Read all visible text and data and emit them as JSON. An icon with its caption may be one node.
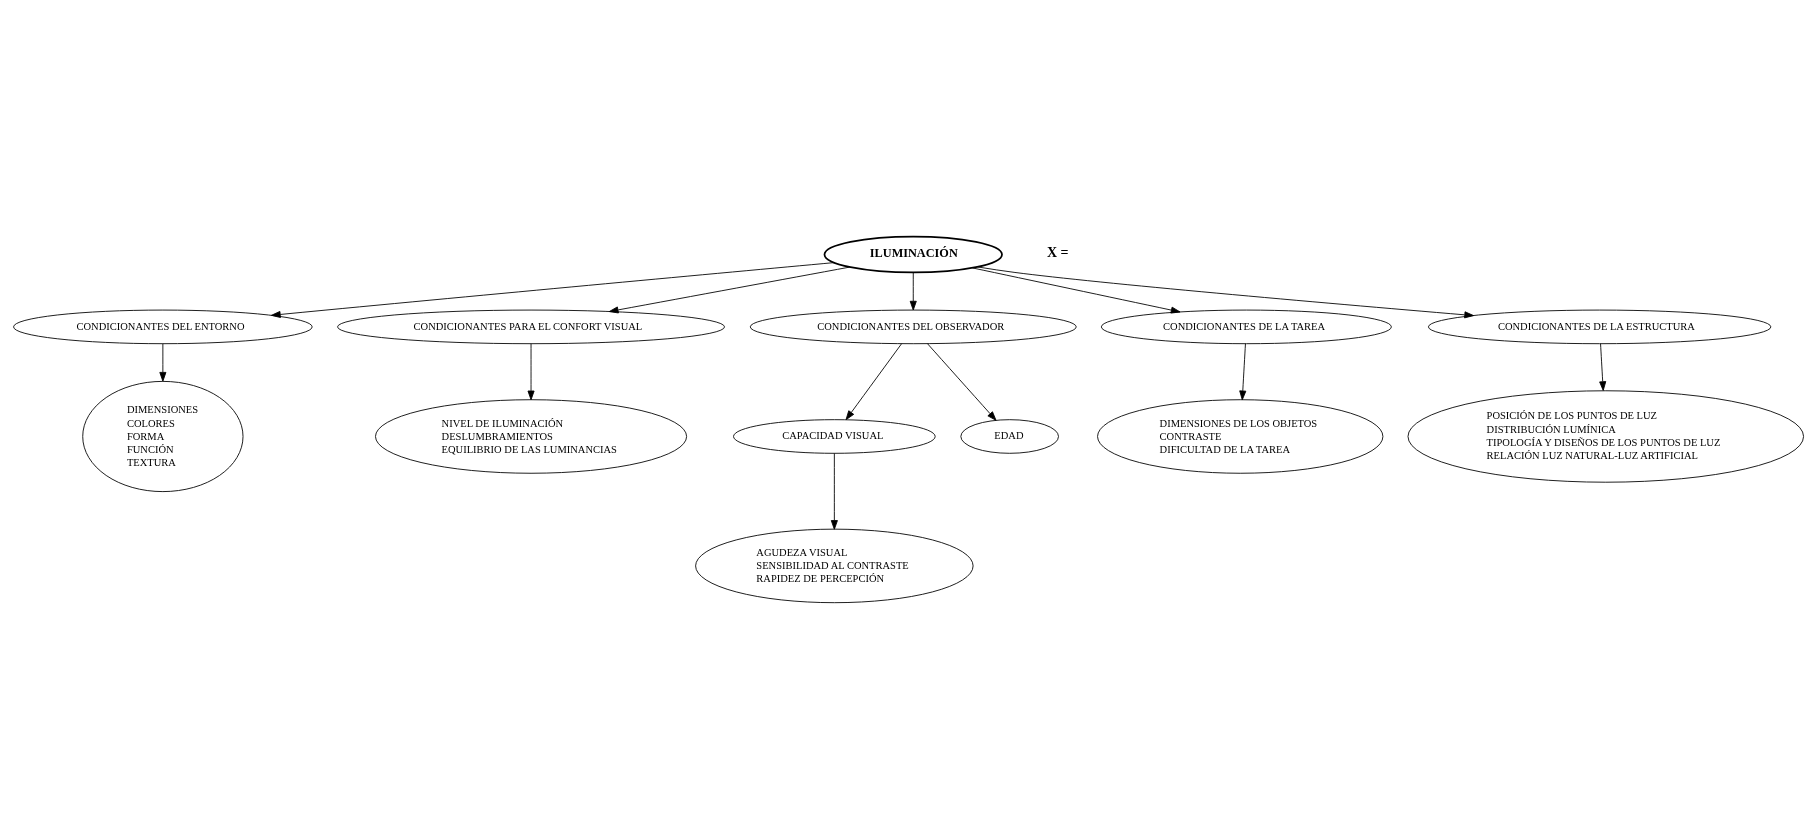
{
  "diagram": {
    "nodes": [
      {
        "text": [
          "ILUMINACIÓN"
        ]
      },
      {
        "text": [
          "CONDICIONANTES DEL ENTORNO"
        ]
      },
      {
        "text": [
          "DIMENSIONES",
          "COLORES",
          "FORMA",
          "FUNCIÓN",
          "TEXTURA"
        ]
      },
      {
        "text": [
          "CONDICIONANTES PARA EL CONFORT VISUAL"
        ]
      },
      {
        "text": [
          "NIVEL DE ILUMINACIÓN",
          "DESLUMBRAMIENTOS",
          "EQUILIBRIO DE LAS LUMINANCIAS"
        ]
      },
      {
        "text": [
          "CONDICIONANTES DEL OBSERVADOR"
        ]
      },
      {
        "text": [
          "CAPACIDAD VISUAL"
        ]
      },
      {
        "text": [
          "EDAD"
        ]
      },
      {
        "text": [
          "AGUDEZA VISUAL",
          "SENSIBILIDAD AL CONTRASTE",
          "RAPIDEZ DE PERCEPCIÓN"
        ]
      },
      {
        "text": [
          "CONDICIONANTES DE LA TAREA"
        ]
      },
      {
        "text": [
          "DIMENSIONES DE LOS OBJETOS",
          "CONTRASTE",
          "DIFICULTAD DE LA TAREA"
        ]
      },
      {
        "text": [
          "CONDICIONANTES DE LA ESTRUCTURA"
        ]
      },
      {
        "text": [
          "POSICIÓN DE LOS PUNTOS DE LUZ",
          "DISTRIBUCIÓN LUMÍNICA",
          "TIPOLOGÍA Y DISEÑOS DE LOS PUNTOS DE LUZ",
          "RELACIÓN LUZ NATURAL-LUZ ARTIFICIAL"
        ]
      }
    ],
    "edges": [
      {
        "from": 0,
        "to": 1,
        "arrow": "to"
      },
      {
        "from": 1,
        "to": 2,
        "arrow": "to"
      },
      {
        "from": 0,
        "to": 3,
        "arrow": "to"
      },
      {
        "from": 3,
        "to": 4,
        "arrow": "to"
      },
      {
        "from": 0,
        "to": 5,
        "arrow": "to"
      },
      {
        "from": 5,
        "to": 6,
        "arrow": "to"
      },
      {
        "from": 5,
        "to": 7,
        "arrow": "to"
      },
      {
        "from": 6,
        "to": 8,
        "arrow": "to"
      },
      {
        "from": 0,
        "to": 9,
        "arrow": "to"
      },
      {
        "from": 9,
        "to": 10,
        "arrow": "to"
      },
      {
        "from": 0,
        "to": 11,
        "arrow": "to"
      },
      {
        "from": 11,
        "to": 12,
        "arrow": "to"
      }
    ],
    "labels": [
      "X ="
    ]
  }
}
